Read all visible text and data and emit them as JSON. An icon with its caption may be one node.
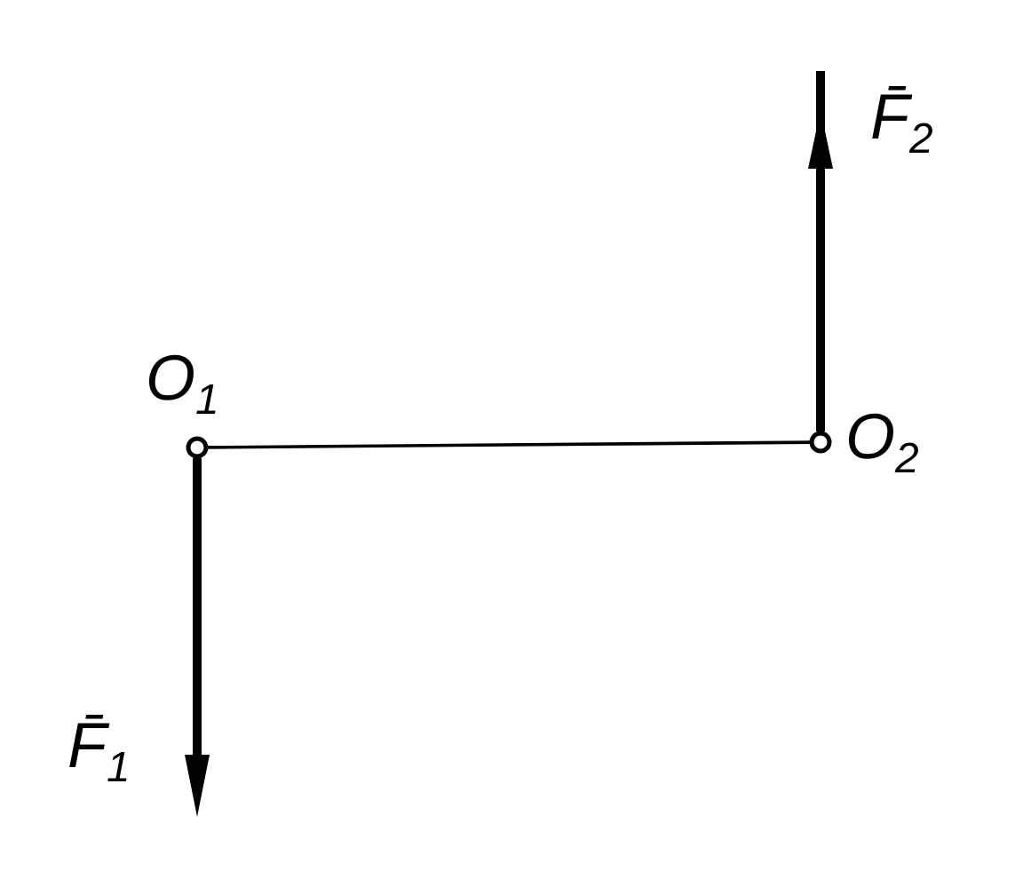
{
  "diagram": {
    "nodes": [
      {
        "text": [],
        "shape": "circle",
        "beside": [
          "O$_{1}$"
        ]
      },
      {
        "text": [],
        "shape": "circle",
        "beside": [
          "O$_{2}$"
        ]
      }
    ],
    "edges": [
      {
        "from": 0,
        "to": 1,
        "arrow": "none"
      }
    ],
    "labels": [
      "F̄$_{2}$",
      "F̄$_{1}$"
    ]
  }
}
